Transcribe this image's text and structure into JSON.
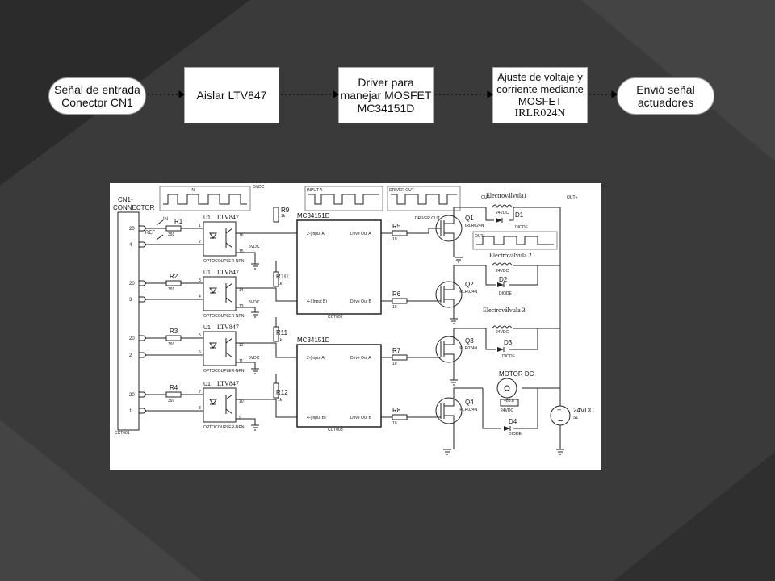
{
  "flow": {
    "nodes": [
      {
        "id": "input",
        "lines": [
          "Señal de entrada",
          "Conector CN1"
        ]
      },
      {
        "id": "isolate",
        "lines": [
          "Aislar LTV847"
        ]
      },
      {
        "id": "driver",
        "lines": [
          "Driver para",
          "manejar MOSFET",
          "MC34151D"
        ]
      },
      {
        "id": "adjust",
        "lines": [
          "Ajuste de voltaje y",
          "corriente mediante",
          "MOSFET"
        ],
        "serif_line": "IRLR024N"
      },
      {
        "id": "output",
        "lines": [
          "Envió señal",
          "actuadores"
        ]
      }
    ]
  },
  "schematic": {
    "connector": {
      "title_1": "CN1-",
      "title_2": "CONNECTOR",
      "footer": "CCT001",
      "pins": [
        "20",
        "4",
        "20",
        "3",
        "20",
        "2",
        "20",
        "1"
      ],
      "in_label": "IN",
      "ref_label": "REF"
    },
    "resistors_in": [
      {
        "name": "R1",
        "value": "391"
      },
      {
        "name": "R2",
        "value": "391"
      },
      {
        "name": "R3",
        "value": "391"
      },
      {
        "name": "R4",
        "value": "391"
      }
    ],
    "opto": {
      "ref": "U1",
      "part": "LTV847",
      "type": "OPTOCOUPLER-NPN",
      "in_pins": [
        [
          "1",
          "2"
        ],
        [
          "3",
          "4"
        ],
        [
          "5",
          "6"
        ],
        [
          "7",
          "8"
        ]
      ],
      "out_pins": [
        [
          "16",
          "15"
        ],
        [
          "14",
          "13"
        ],
        [
          "12",
          "11"
        ],
        [
          "10",
          "9"
        ]
      ]
    },
    "pullups": [
      {
        "name": "R9",
        "value": "1k"
      },
      {
        "name": "R10",
        "value": "1k"
      },
      {
        "name": "R11",
        "value": "1k"
      },
      {
        "name": "R12",
        "value": "1k"
      }
    ],
    "supply_label": "5VDC",
    "drivers": [
      {
        "part": "MC34151D",
        "in_a": "2-(Input A)",
        "in_b": "4-( Input B)",
        "out_a": "Drive Out A",
        "out_b": "Drive Out B",
        "footer": "CCT002"
      },
      {
        "part": "MC34151D",
        "in_a": "2-(Input A)",
        "in_b": "4-(Input B)",
        "out_a": "Drive Out A",
        "out_b": "Drive Out B",
        "footer": "CCT003"
      }
    ],
    "gate_resistors": [
      {
        "name": "R5",
        "value": "10"
      },
      {
        "name": "R6",
        "value": "10"
      },
      {
        "name": "R7",
        "value": "10"
      },
      {
        "name": "R8",
        "value": "10"
      }
    ],
    "mosfets": [
      {
        "name": "Q1",
        "part": "IRLR024N"
      },
      {
        "name": "Q2",
        "part": "IRLR024N"
      },
      {
        "name": "Q3",
        "part": "IRLR024N"
      },
      {
        "name": "Q4",
        "part": "IRLR024N"
      }
    ],
    "loads": [
      {
        "name": "Electroválvula1",
        "coil": "24VDC",
        "diode": "D1",
        "diode_type": "DIODE"
      },
      {
        "name": "Electroválvula 2",
        "coil": "24VDC",
        "diode": "D2",
        "diode_type": "DIODE"
      },
      {
        "name": "Electroválvula 3",
        "coil": "24VDC",
        "diode": "D3",
        "diode_type": "DIODE"
      },
      {
        "name": "MOTOR DC",
        "coil": "24VDC",
        "diode": "D4",
        "diode_type": "DIODE",
        "meter": "+88.8"
      }
    ],
    "battery": {
      "label": "24VDC",
      "ref": "S1"
    },
    "scopes": {
      "in": "IN",
      "input_a": "INPUT A",
      "driver_out": "DRIVER OUT",
      "out_minus": "OUT-",
      "out_plus": "OUT+",
      "out_plus_2": "OUT+",
      "driver_out_probe": "DRIVER OUT"
    }
  }
}
